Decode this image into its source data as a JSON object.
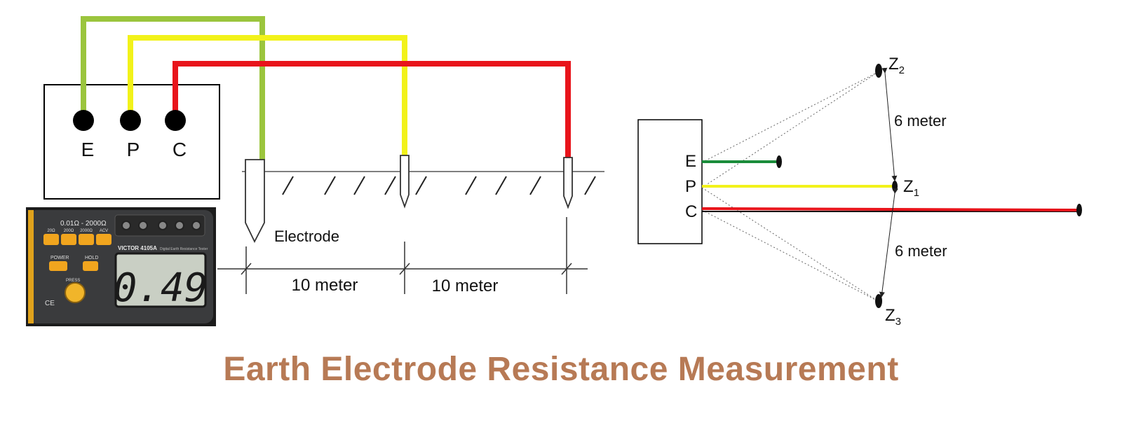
{
  "title": "Earth Electrode Resistance Measurement",
  "colors": {
    "earth_wire": "#9bc53d",
    "potential_wire": "#f2f21a",
    "current_wire": "#e8141b",
    "green_wire": "#1a8c3a",
    "title": "#b77a55"
  },
  "left_diagram": {
    "terminals": [
      "E",
      "P",
      "C"
    ],
    "electrode_label": "Electrode",
    "distance_labels": [
      "10 meter",
      "10 meter"
    ]
  },
  "meter": {
    "range_text": "0.01Ω - 2000Ω",
    "range_buttons": [
      "20Ω",
      "200Ω",
      "2000Ω",
      "ACV"
    ],
    "brand": "VICTOR 4105A",
    "subtitle": "Digital Earth Resistance Tester",
    "power_label": "POWER",
    "hold_label": "HOLD",
    "press_label": "PRESS",
    "ce_mark": "CE",
    "reading": "0.49"
  },
  "right_diagram": {
    "terminals": [
      "E",
      "P",
      "C"
    ],
    "z2": {
      "letter": "Z",
      "sub": "2"
    },
    "z1": {
      "letter": "Z",
      "sub": "1"
    },
    "z3": {
      "letter": "Z",
      "sub": "3"
    },
    "distance_labels": [
      "6 meter",
      "6 meter"
    ]
  }
}
